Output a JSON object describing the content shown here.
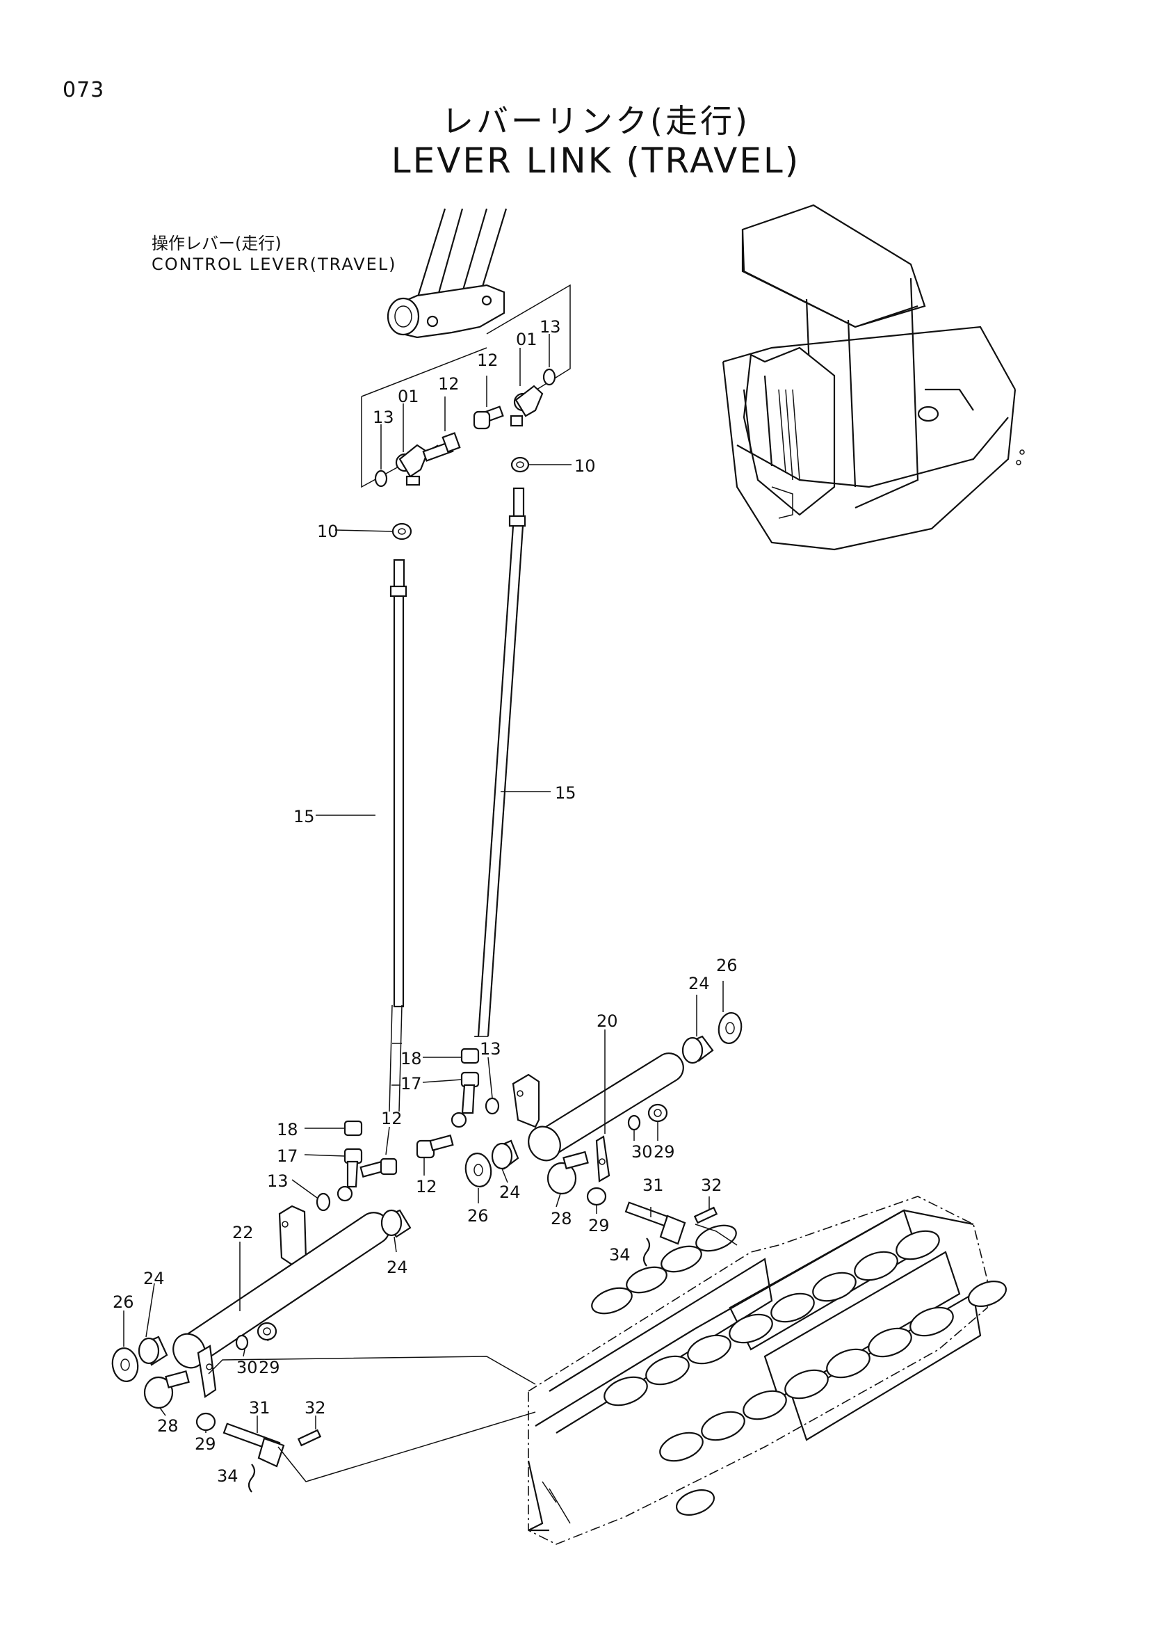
{
  "page": {
    "number": "073",
    "title_jp": "レバーリンク(走行)",
    "title_en": "LEVER LINK (TRAVEL)"
  },
  "callout": {
    "label_jp": "操作レバー(走行)",
    "label_en": "CONTROL LEVER(TRAVEL)"
  },
  "part_labels": {
    "p01a": "01",
    "p01b": "01",
    "p10a": "10",
    "p10b": "10",
    "p12a": "12",
    "p12b": "12",
    "p12c": "12",
    "p12d": "12",
    "p13a": "13",
    "p13b": "13",
    "p13c": "13",
    "p13d": "13",
    "p15a": "15",
    "p15b": "15",
    "p17a": "17",
    "p17b": "17",
    "p18a": "18",
    "p18b": "18",
    "p20": "20",
    "p22": "22",
    "p24a": "24",
    "p24b": "24",
    "p24c": "24",
    "p24d": "24",
    "p26a": "26",
    "p26b": "26",
    "p26c": "26",
    "p28a": "28",
    "p28b": "28",
    "p29a": "29",
    "p29b": "29",
    "p29c": "29",
    "p29d": "29",
    "p30a": "30",
    "p30b": "30",
    "p31a": "31",
    "p31b": "31",
    "p32a": "32",
    "p32b": "32",
    "p34a": "34",
    "p34b": "34"
  }
}
